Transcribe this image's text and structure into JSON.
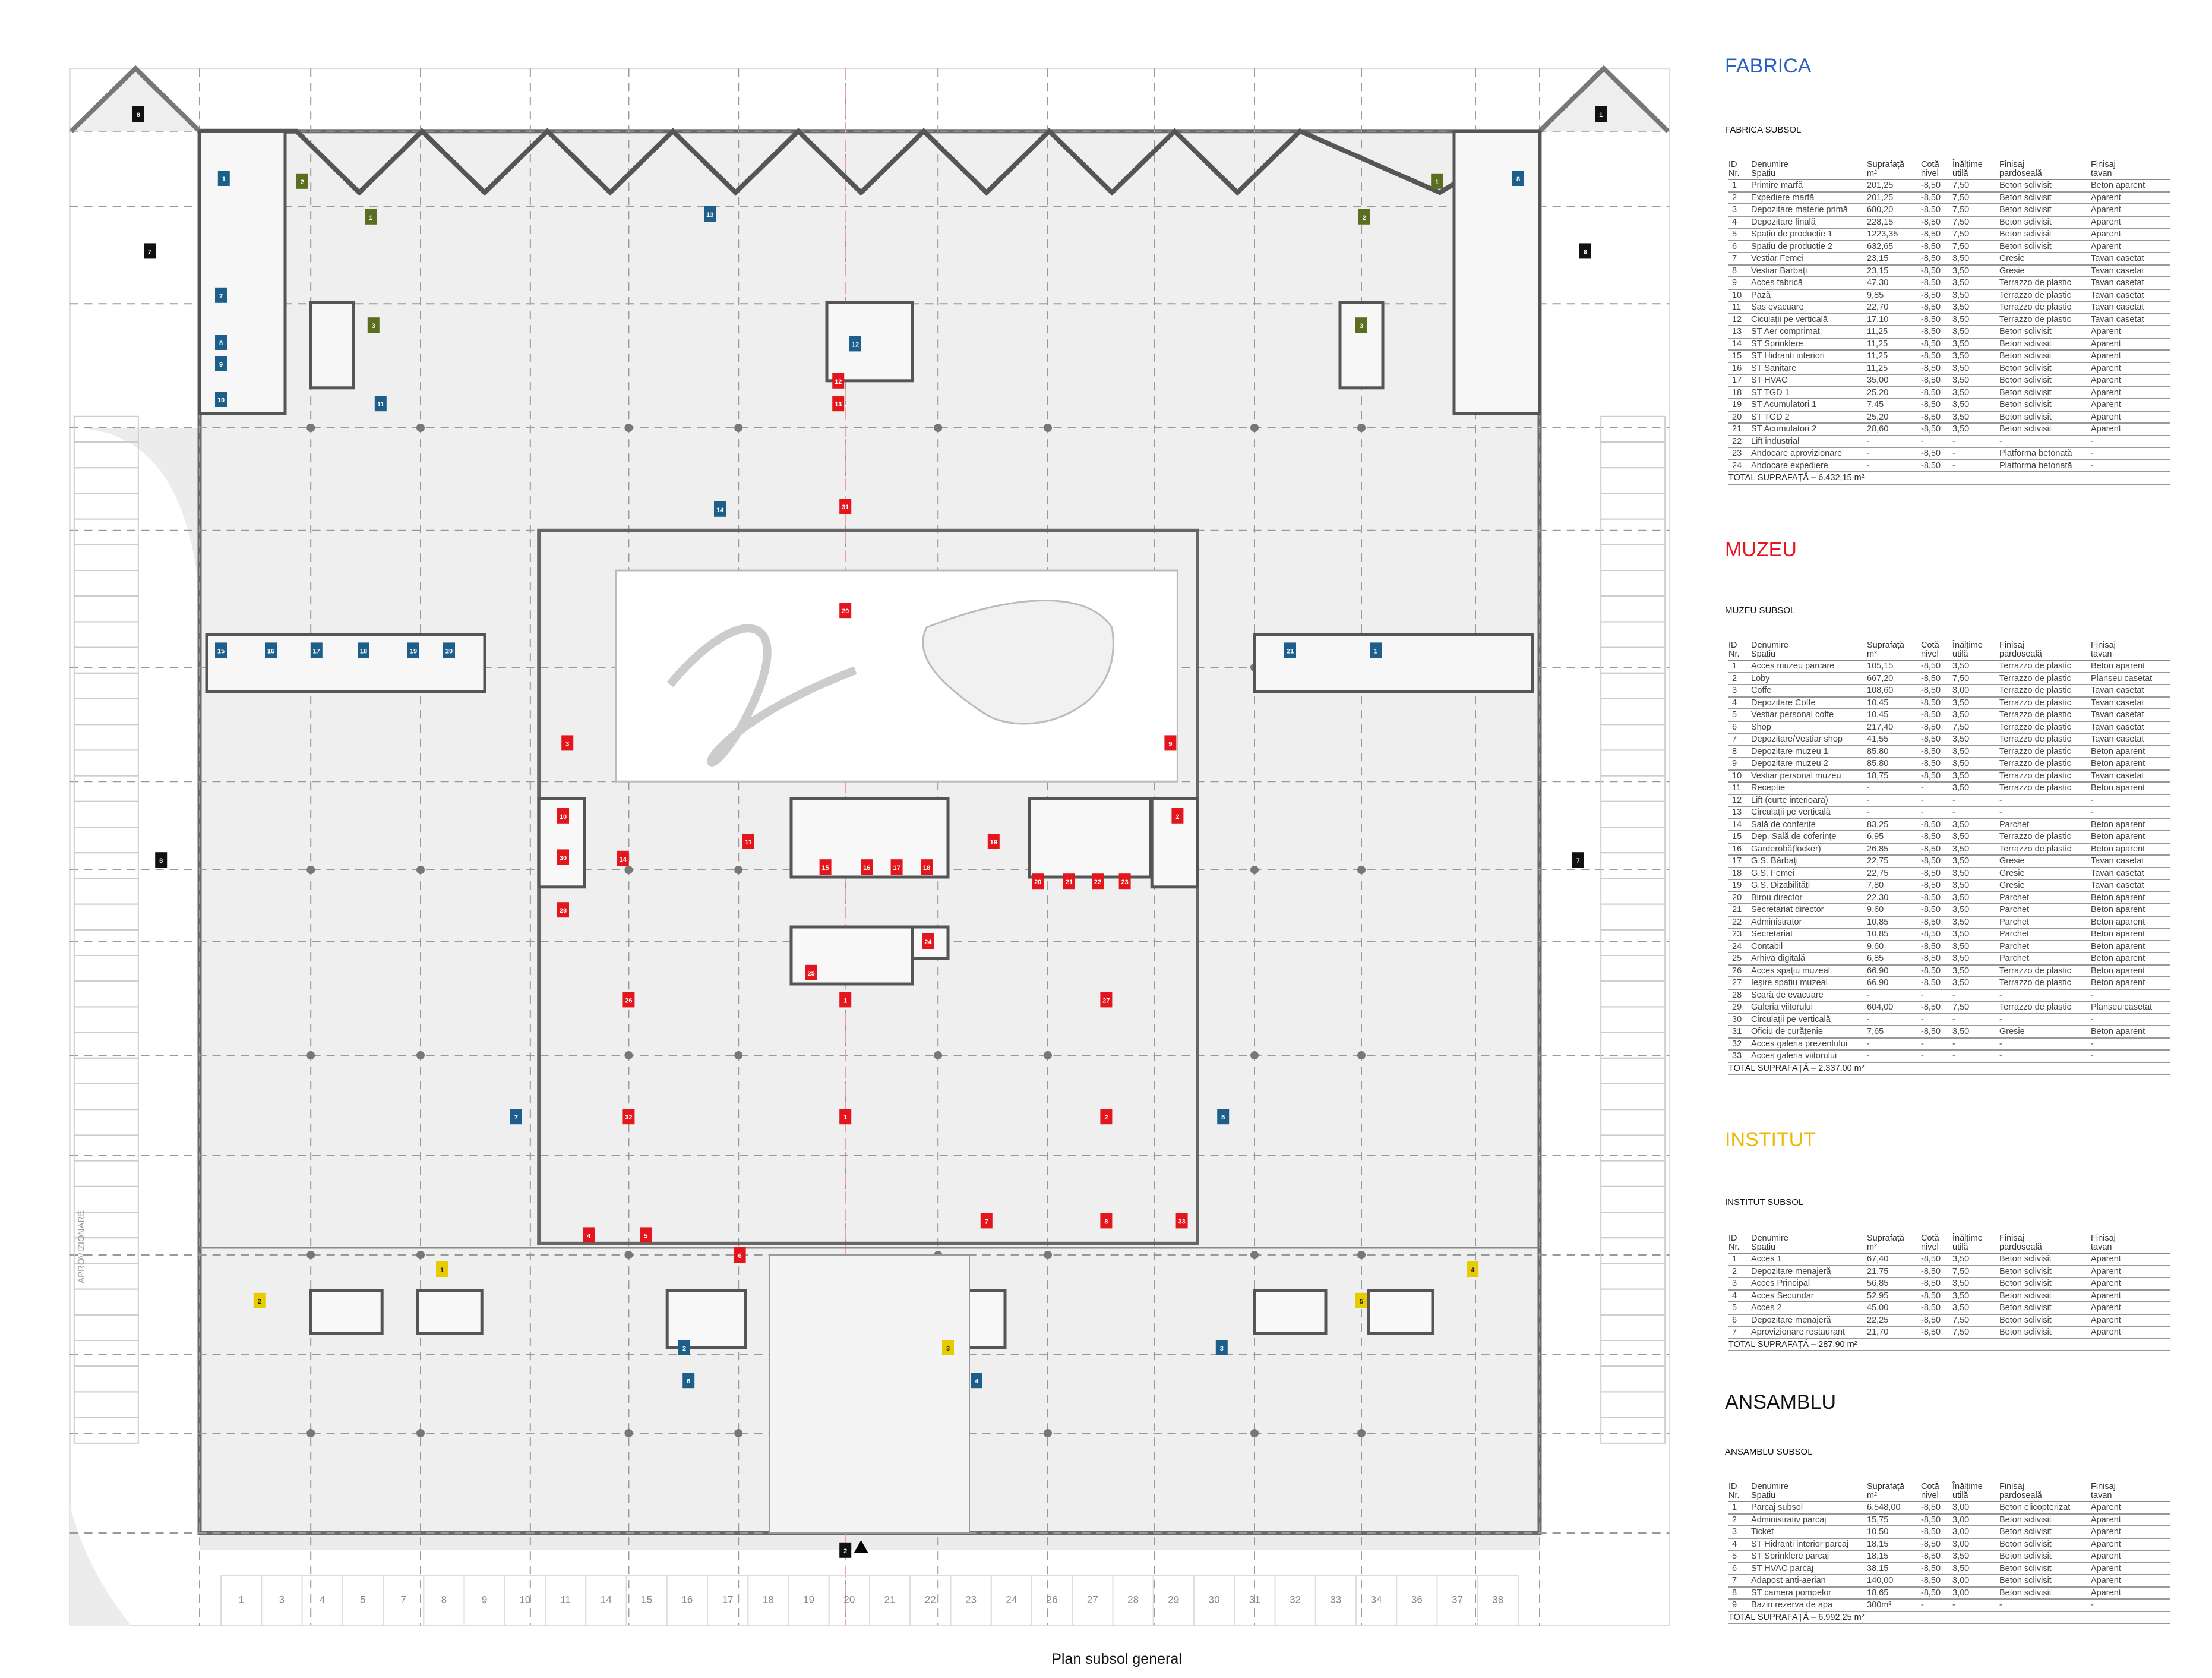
{
  "plan": {
    "caption": "Plan subsol general",
    "side_label": "APROVIZIONARE",
    "red_tags": [
      "12",
      "13",
      "31",
      "29",
      "3",
      "9",
      "10",
      "30",
      "28",
      "14",
      "11",
      "15",
      "16",
      "17",
      "18",
      "19",
      "20",
      "21",
      "22",
      "23",
      "24",
      "25",
      "26",
      "27",
      "32",
      "1",
      "2",
      "4",
      "5",
      "6",
      "7",
      "8",
      "33",
      "2",
      "1"
    ],
    "blue_tags": [
      "1",
      "7",
      "8",
      "9",
      "10",
      "11",
      "12",
      "13",
      "14",
      "15",
      "16",
      "17",
      "18",
      "19",
      "20",
      "21",
      "1",
      "2",
      "5",
      "3",
      "4",
      "6",
      "7",
      "8"
    ],
    "green_tags": [
      "2",
      "1",
      "3",
      "2",
      "1",
      "3"
    ],
    "yellow_tags": [
      "1",
      "2",
      "3",
      "4",
      "5"
    ],
    "black_tags": [
      "8",
      "7",
      "8",
      "7",
      "8",
      "2",
      "1"
    ],
    "parking_numbers": [
      "1",
      "3",
      "4",
      "5",
      "7",
      "8",
      "9",
      "10",
      "11",
      "14",
      "15",
      "16",
      "17",
      "18",
      "19",
      "20",
      "21",
      "22",
      "23",
      "24",
      "26",
      "27",
      "28",
      "29",
      "30",
      "31",
      "32",
      "33",
      "34",
      "36",
      "37",
      "38"
    ],
    "colors": {
      "red": "#e3161d",
      "blue": "#1d5f8a",
      "green": "#5b6e1f",
      "yellow": "#e6cc00",
      "wall": "#6a6a6a",
      "floor": "#efefef"
    }
  },
  "columns": {
    "id": "ID",
    "nr": "Nr.",
    "name1": "Denumire",
    "name2": "Spațiu",
    "area1": "Suprafață",
    "area2": "m²",
    "cota1": "Cotă",
    "cota2": "nivel",
    "h1": "Înălțime",
    "h2": "utilă",
    "fp1": "Finisaj",
    "fp2": "pardoseală",
    "ft1": "Finisaj",
    "ft2": "tavan"
  },
  "sections": [
    {
      "title": "FABRICA",
      "color": "#2a5fc4",
      "subtitle": "FABRICA SUBSOL",
      "rows": [
        [
          "1",
          "Primire marfă",
          "201,25",
          "-8,50",
          "7,50",
          "Beton sclivisit",
          "Beton aparent"
        ],
        [
          "2",
          "Expediere marfă",
          "201,25",
          "-8,50",
          "7,50",
          "Beton sclivisit",
          "Aparent"
        ],
        [
          "3",
          "Depozitare materie primă",
          "680,20",
          "-8,50",
          "7,50",
          "Beton sclivisit",
          "Aparent"
        ],
        [
          "4",
          "Depozitare finală",
          "228,15",
          "-8,50",
          "7,50",
          "Beton sclivisit",
          "Aparent"
        ],
        [
          "5",
          "Spațiu de producție 1",
          "1223,35",
          "-8,50",
          "7,50",
          "Beton sclivisit",
          "Aparent"
        ],
        [
          "6",
          "Spațiu de producție 2",
          "632,65",
          "-8,50",
          "7,50",
          "Beton sclivisit",
          "Aparent"
        ],
        [
          "7",
          "Vestiar Femei",
          "23,15",
          "-8,50",
          "3,50",
          "Gresie",
          "Tavan casetat"
        ],
        [
          "8",
          "Vestiar Barbați",
          "23,15",
          "-8,50",
          "3,50",
          "Gresie",
          "Tavan casetat"
        ],
        [
          "9",
          "Acces fabrică",
          "47,30",
          "-8,50",
          "3,50",
          "Terrazzo de plastic",
          "Tavan casetat"
        ],
        [
          "10",
          "Pază",
          "9,85",
          "-8,50",
          "3,50",
          "Terrazzo de plastic",
          "Tavan casetat"
        ],
        [
          "11",
          "Sas evacuare",
          "22,70",
          "-8,50",
          "3,50",
          "Terrazzo de plastic",
          "Tavan casetat"
        ],
        [
          "12",
          "Ciculații pe verticală",
          "17,10",
          "-8,50",
          "3,50",
          "Terrazzo de plastic",
          "Tavan casetat"
        ],
        [
          "13",
          "ST Aer comprimat",
          "11,25",
          "-8,50",
          "3,50",
          "Beton sclivisit",
          "Aparent"
        ],
        [
          "14",
          "ST Sprinklere",
          "11,25",
          "-8,50",
          "3,50",
          "Beton sclivisit",
          "Aparent"
        ],
        [
          "15",
          "ST Hidranti interiori",
          "11,25",
          "-8,50",
          "3,50",
          "Beton sclivisit",
          "Aparent"
        ],
        [
          "16",
          "ST Sanitare",
          "11,25",
          "-8,50",
          "3,50",
          "Beton sclivisit",
          "Aparent"
        ],
        [
          "17",
          "ST HVAC",
          "35,00",
          "-8,50",
          "3,50",
          "Beton sclivisit",
          "Aparent"
        ],
        [
          "18",
          "ST TGD 1",
          "25,20",
          "-8,50",
          "3,50",
          "Beton sclivisit",
          "Aparent"
        ],
        [
          "19",
          "ST Acumulatori 1",
          "7,45",
          "-8,50",
          "3,50",
          "Beton sclivisit",
          "Aparent"
        ],
        [
          "20",
          "ST TGD 2",
          "25,20",
          "-8,50",
          "3,50",
          "Beton sclivisit",
          "Aparent"
        ],
        [
          "21",
          "ST Acumulatori 2",
          "28,60",
          "-8,50",
          "3,50",
          "Beton sclivisit",
          "Aparent"
        ],
        [
          "22",
          "Lift industrial",
          "-",
          "-",
          "-",
          "-",
          "-"
        ],
        [
          "23",
          "Andocare aprovizionare",
          "-",
          "-8,50",
          "-",
          "Platforma betonată",
          "-"
        ],
        [
          "24",
          "Andocare expediere",
          "-",
          "-8,50",
          "-",
          "Platforma betonată",
          "-"
        ]
      ],
      "total": "TOTAL SUPRAFAȚĂ – 6.432,15  m²"
    },
    {
      "title": "MUZEU",
      "color": "#e8141c",
      "subtitle": "MUZEU SUBSOL",
      "rows": [
        [
          "1",
          "Acces muzeu parcare",
          "105,15",
          "-8,50",
          "3,50",
          "Terrazzo de plastic",
          "Beton aparent"
        ],
        [
          "2",
          "Loby",
          "667,20",
          "-8,50",
          "7,50",
          "Terrazzo de plastic",
          "Planseu casetat"
        ],
        [
          "3",
          "Coffe",
          "108,60",
          "-8,50",
          "3,00",
          "Terrazzo de plastic",
          "Tavan casetat"
        ],
        [
          "4",
          "Depozitare Coffe",
          "10,45",
          "-8,50",
          "3,50",
          "Terrazzo de plastic",
          "Tavan casetat"
        ],
        [
          "5",
          "Vestiar personal coffe",
          "10,45",
          "-8,50",
          "3,50",
          "Terrazzo de plastic",
          "Tavan casetat"
        ],
        [
          "6",
          "Shop",
          "217,40",
          "-8,50",
          "7,50",
          "Terrazzo de plastic",
          "Tavan casetat"
        ],
        [
          "7",
          "Depozitare/Vestiar shop",
          "41,55",
          "-8,50",
          "3,50",
          "Terrazzo de plastic",
          "Tavan casetat"
        ],
        [
          "8",
          "Depozitare muzeu 1",
          "85,80",
          "-8,50",
          "3,50",
          "Terrazzo de plastic",
          "Beton aparent"
        ],
        [
          "9",
          "Depozitare muzeu 2",
          "85,80",
          "-8,50",
          "3,50",
          "Terrazzo de plastic",
          "Beton aparent"
        ],
        [
          "10",
          "Vestiar personal muzeu",
          "18,75",
          "-8,50",
          "3,50",
          "Terrazzo de plastic",
          "Tavan casetat"
        ],
        [
          "11",
          "Receptie",
          "-",
          "-",
          "3,50",
          "Terrazzo de plastic",
          "Beton aparent"
        ],
        [
          "12",
          "Lift (curte interioara)",
          "-",
          "-",
          "-",
          "-",
          "-"
        ],
        [
          "13",
          "Circulații pe verticală",
          "-",
          "-",
          "-",
          "-",
          "-"
        ],
        [
          "14",
          "Sală de conferițe",
          "83,25",
          "-8,50",
          "3,50",
          "Parchet",
          "Beton aparent"
        ],
        [
          "15",
          "Dep. Sală de coferințe",
          "6,95",
          "-8,50",
          "3,50",
          "Terrazzo de plastic",
          "Beton aparent"
        ],
        [
          "16",
          "Garderobă(locker)",
          "26,85",
          "-8,50",
          "3,50",
          "Terrazzo de plastic",
          "Beton aparent"
        ],
        [
          "17",
          "G.S. Bărbați",
          "22,75",
          "-8,50",
          "3,50",
          "Gresie",
          "Tavan casetat"
        ],
        [
          "18",
          "G.S. Femei",
          "22,75",
          "-8,50",
          "3,50",
          "Gresie",
          "Tavan casetat"
        ],
        [
          "19",
          "G.S. Dizabilități",
          "7,80",
          "-8,50",
          "3,50",
          "Gresie",
          "Tavan casetat"
        ],
        [
          "20",
          "Birou director",
          "22,30",
          "-8,50",
          "3,50",
          "Parchet",
          "Beton aparent"
        ],
        [
          "21",
          "Secretariat director",
          "9,60",
          "-8,50",
          "3,50",
          "Parchet",
          "Beton aparent"
        ],
        [
          "22",
          "Administrator",
          "10,85",
          "-8,50",
          "3,50",
          "Parchet",
          "Beton aparent"
        ],
        [
          "23",
          "Secretariat",
          "10,85",
          "-8,50",
          "3,50",
          "Parchet",
          "Beton aparent"
        ],
        [
          "24",
          "Contabil",
          "9,60",
          "-8,50",
          "3,50",
          "Parchet",
          "Beton aparent"
        ],
        [
          "25",
          "Arhivă digitală",
          "6,85",
          "-8,50",
          "3,50",
          "Parchet",
          "Beton aparent"
        ],
        [
          "26",
          "Acces spațiu muzeal",
          "66,90",
          "-8,50",
          "3,50",
          "Terrazzo de plastic",
          "Beton aparent"
        ],
        [
          "27",
          "Ieșire spațiu muzeal",
          "66,90",
          "-8,50",
          "3,50",
          "Terrazzo de plastic",
          "Beton aparent"
        ],
        [
          "28",
          "Scară de evacuare",
          "-",
          "-",
          "-",
          "-",
          "-"
        ],
        [
          "29",
          "Galeria viitorului",
          "604,00",
          "-8,50",
          "7,50",
          "Terrazzo de plastic",
          "Planseu casetat"
        ],
        [
          "30",
          "Circulații pe verticală",
          "-",
          "-",
          "-",
          "-",
          "-"
        ],
        [
          "31",
          "Oficiu de curățenie",
          "7,65",
          "-8,50",
          "3,50",
          "Gresie",
          "Beton aparent"
        ],
        [
          "32",
          "Acces galeria prezentului",
          "-",
          "-",
          "-",
          "-",
          "-"
        ],
        [
          "33",
          "Acces galeria viitorului",
          "-",
          "-",
          "-",
          "-",
          "-"
        ]
      ],
      "total": "TOTAL SUPRAFAȚĂ – 2.337,00  m²"
    },
    {
      "title": "INSTITUT",
      "color": "#f2b705",
      "subtitle": "INSTITUT SUBSOL",
      "rows": [
        [
          "1",
          "Acces 1",
          "67,40",
          "-8,50",
          "3,50",
          "Beton sclivisit",
          "Aparent"
        ],
        [
          "2",
          "Depozitare menajeră",
          "21,75",
          "-8,50",
          "7,50",
          "Beton sclivisit",
          "Aparent"
        ],
        [
          "3",
          "Acces Principal",
          "56,85",
          "-8,50",
          "3,50",
          "Beton sclivisit",
          "Aparent"
        ],
        [
          "4",
          "Acces Secundar",
          "52,95",
          "-8,50",
          "3,50",
          "Beton sclivisit",
          "Aparent"
        ],
        [
          "5",
          "Acces 2",
          "45,00",
          "-8,50",
          "3,50",
          "Beton sclivisit",
          "Aparent"
        ],
        [
          "6",
          "Depozitare menajeră",
          "22,25",
          "-8,50",
          "7,50",
          "Beton sclivisit",
          "Aparent"
        ],
        [
          "7",
          "Aprovizionare restaurant",
          "21,70",
          "-8,50",
          "7,50",
          "Beton sclivisit",
          "Aparent"
        ]
      ],
      "total": "TOTAL SUPRAFAȚĂ – 287,90  m²"
    },
    {
      "title": "ANSAMBLU",
      "color": "#111111",
      "subtitle": "ANSAMBLU SUBSOL",
      "rows": [
        [
          "1",
          "Parcaj subsol",
          "6.548,00",
          "-8,50",
          "3,00",
          "Beton elicopterizat",
          "Aparent"
        ],
        [
          "2",
          "Administrativ parcaj",
          "15,75",
          "-8,50",
          "3,00",
          "Beton sclivisit",
          "Aparent"
        ],
        [
          "3",
          "Ticket",
          "10,50",
          "-8,50",
          "3,00",
          "Beton sclivisit",
          "Aparent"
        ],
        [
          "4",
          "ST Hidranti interior parcaj",
          "18,15",
          "-8,50",
          "3,00",
          "Beton sclivisit",
          "Aparent"
        ],
        [
          "5",
          "ST Sprinklere parcaj",
          "18,15",
          "-8,50",
          "3,50",
          "Beton sclivisit",
          "Aparent"
        ],
        [
          "6",
          "ST HVAC parcaj",
          "38,15",
          "-8,50",
          "3,50",
          "Beton sclivisit",
          "Aparent"
        ],
        [
          "7",
          "Adapost anti-aerian",
          "140,00",
          "-8,50",
          "3,00",
          "Beton sclivisit",
          "Aparent"
        ],
        [
          "8",
          "ST camera pompelor",
          "18,65",
          "-8,50",
          "3,00",
          "Beton sclivisit",
          "Aparent"
        ],
        [
          "9",
          "Bazin rezerva de apa",
          "300m³",
          "-",
          "-",
          "-",
          "-"
        ]
      ],
      "total": "TOTAL SUPRAFAȚĂ – 6.992,25  m²"
    }
  ]
}
